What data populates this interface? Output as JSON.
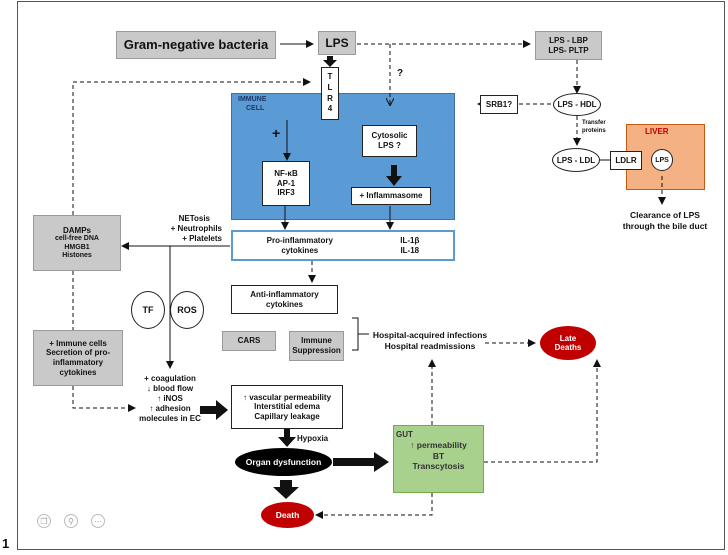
{
  "figure_number": "1",
  "nodes": {
    "gram_negative": "Gram-negative bacteria",
    "lps": "LPS",
    "lps_lbp": "LPS - LBP",
    "lps_pltp": "LPS- PLTP",
    "question_mark": "?",
    "tlr4": [
      "T",
      "L",
      "R",
      "4"
    ],
    "immune_cell_line1": "IMMUNE",
    "immune_cell_line2": "CELL",
    "srb1": "SRB1?",
    "lps_hdl": "LPS - HDL",
    "transfer_proteins_line1": "Transfer",
    "transfer_proteins_line2": "proteins",
    "liver": "LIVER",
    "lps_ldl": "LPS - LDL",
    "ldlr": "LDLR",
    "liver_lps": "LPS",
    "clearance_line1": "Clearance of LPS",
    "clearance_line2": "through the bile duct",
    "plus_sign": "+",
    "nfkb": "NF-κB",
    "ap1": "AP-1",
    "irf3": "IRF3",
    "cytosolic_line1": "Cytosolic",
    "cytosolic_line2": "LPS ?",
    "inflammasome": "+ Inflammasome",
    "damps_title": "DAMPs",
    "damps_line1": "cell-free DNA",
    "damps_line2": "HMGB1",
    "damps_line3": "Histones",
    "netosis_line1": "NETosis",
    "netosis_line2": "+ Neutrophils",
    "netosis_line3": "+ Platelets",
    "pro_inflam_line1": "Pro-inflammatory",
    "pro_inflam_line2": "cytokines",
    "il1b": "IL-1β",
    "il18": "IL-18",
    "tf": "TF",
    "ros": "ROS",
    "anti_inflam_line1": "Anti-inflammatory",
    "anti_inflam_line2": "cytokines",
    "cars": "CARS",
    "immune_supp_line1": "Immune",
    "immune_supp_line2": "Suppression",
    "hospital_line1": "Hospital-acquired infections",
    "hospital_line2": "Hospital readmissions",
    "late_deaths_line1": "Late",
    "late_deaths_line2": "Deaths",
    "immune_cells_line1": "+ Immune cells",
    "immune_cells_line2": "Secretion of pro-",
    "immune_cells_line3": "inflammatory",
    "immune_cells_line4": "cytokines",
    "coag_line1": "+ coagulation",
    "coag_line2": "↓ blood flow",
    "coag_line3": "↑ iNOS",
    "coag_line4": "↑ adhesion",
    "coag_line5": "molecules in EC",
    "vasc_line1": "↑ vascular permeability",
    "vasc_line2": "Interstitial edema",
    "vasc_line3": "Capillary leakage",
    "hypoxia": "Hypoxia",
    "organ_dysfunction": "Organ dysfunction",
    "gut_title": "GUT",
    "gut_line1": "↑ permeability",
    "gut_line2": "BT",
    "gut_line3": "Transcytosis",
    "death": "Death"
  },
  "colors": {
    "immune_cell": "#5b9bd5",
    "liver": "#f4b183",
    "gut": "#a9d18e",
    "gray_box": "#c9c9c9",
    "death_red": "#c00000",
    "pro_inflam_border": "#5b9bd5"
  }
}
